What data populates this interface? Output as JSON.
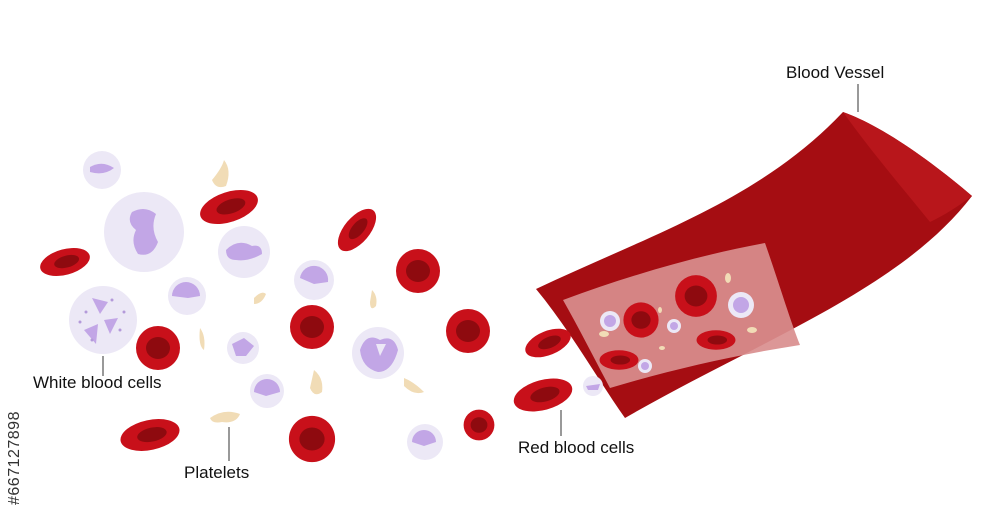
{
  "labels": {
    "blood_vessel": "Blood Vessel",
    "white_blood_cells": "White blood cells",
    "platelets": "Platelets",
    "red_blood_cells": "Red blood cells"
  },
  "stock_id": "#667127898",
  "colors": {
    "vessel": "#a50d12",
    "vessel_window": "#d98e8e",
    "rbc_outer": "#c8101a",
    "rbc_inner": "#8e0a0f",
    "wbc_halo": "#ece8f6",
    "wbc_nucleus": "#c2a6e6",
    "platelet": "#f1dcb6",
    "leader_line": "#555555"
  }
}
